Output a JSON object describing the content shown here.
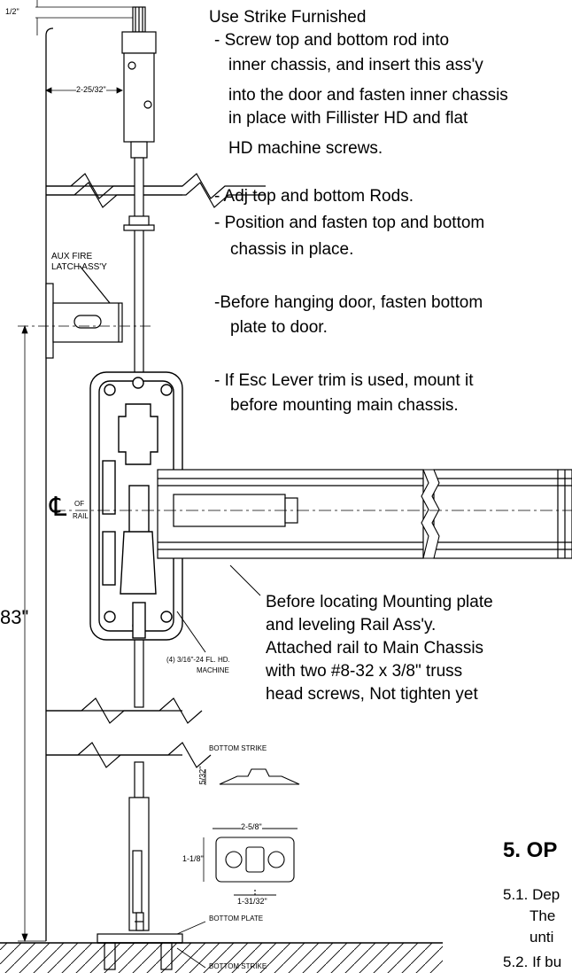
{
  "notes": {
    "title": "Use Strike Furnished",
    "step1_l1": "- Screw top and bottom rod into",
    "step1_l2": "inner chassis, and insert this ass'y",
    "step1_l3": "into the door and fasten inner chassis",
    "step1_l4": "in place with Fillister HD and flat",
    "step1_l5": "HD machine screws.",
    "step2": "- Adj top and bottom Rods.",
    "step3_l1": "- Position and fasten top and bottom",
    "step3_l2": "chassis in place.",
    "step4_l1": "-Before hanging door, fasten bottom",
    "step4_l2": "plate to door.",
    "step5_l1": "- If Esc Lever trim is used, mount it",
    "step5_l2": "before mounting main chassis.",
    "step6_l1": "Before locating Mounting plate",
    "step6_l2": "and leveling Rail Ass'y.",
    "step6_l3": "Attached rail to Main Chassis",
    "step6_l4": "with two #8-32 x 3/8\" truss",
    "step6_l5": "head screws, Not tighten yet"
  },
  "labels": {
    "aux_fire_l1": "AUX FIRE",
    "aux_fire_l2": "LATCH ASS'Y",
    "centerline_symbol": "℄",
    "of": "OF",
    "rail": "RAIL",
    "screws_l1": "(4) 3/16\"-24 FL. HD.",
    "screws_l2": "MACHINE",
    "bottom_strike_top": "BOTTOM STRIKE",
    "bottom_plate": "BOTTOM PLATE",
    "bottom_strike_bottom": "BOTTOM STRIKE"
  },
  "dimensions": {
    "top_offset": "1/2\"",
    "width_top": "2-25/32\"",
    "height": "83\"",
    "strike_h": "5/32\"",
    "strike_w": "2-5/8\"",
    "strike_side": "1-1/8\"",
    "strike_hole": "1-31/32\""
  },
  "section": {
    "heading": "5. OP",
    "item1_l1": "5.1. Dep",
    "item1_l2": "The",
    "item1_l3": "unti",
    "item2_l1": "5.2. If bu"
  }
}
